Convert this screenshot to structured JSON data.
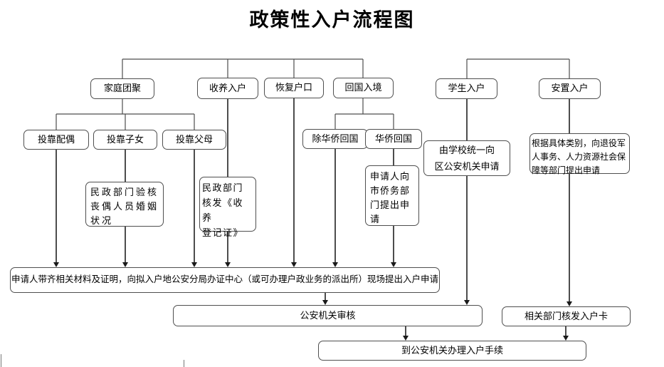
{
  "title": "政策性入户流程图",
  "nodes": {
    "family_reunion": {
      "label": "家庭团聚"
    },
    "adoption": {
      "label": "收养入户"
    },
    "restore_hukou": {
      "label": "恢复户口"
    },
    "return_entry": {
      "label": "回国入境"
    },
    "student": {
      "label": "学生入户"
    },
    "resettlement": {
      "label": "安置入户"
    },
    "join_spouse": {
      "label": "投靠配偶"
    },
    "join_children": {
      "label": "投靠子女"
    },
    "join_parents": {
      "label": "投靠父母"
    },
    "non_overseas_return": {
      "label": "除华侨回国"
    },
    "overseas_return": {
      "label": "华侨回国"
    },
    "civil_verify": {
      "label": "民政部门验核\n丧偶人员婚姻\n状况"
    },
    "civil_issue_cert": {
      "label": "民政部门\n核发《收养\n登记证》"
    },
    "qiaowu_apply": {
      "label": "申请人向\n市侨务部\n门提出申\n请"
    },
    "school_apply": {
      "label": "由学校统一向\n区公安机关申请"
    },
    "veteran_apply": {
      "label": "根据具体类别，向退役军\n人事务、人力资源社会保\n障等部门提出申请"
    },
    "onsite_apply": {
      "label": "申请人带齐相关材料及证明，向拟入户地公安分局办证中心（或可办理户政业务的派出所）现场提出入户申请"
    },
    "police_review": {
      "label": "公安机关审核"
    },
    "issue_card": {
      "label": "相关部门核发入户卡"
    },
    "final_procedure": {
      "label": "到公安机关办理入户手续"
    }
  },
  "colors": {
    "line": "#4d4d4d",
    "border": "#4f4f4f",
    "arrow": "#1a1a1a",
    "text": "#000000",
    "background": "#ffffff"
  }
}
